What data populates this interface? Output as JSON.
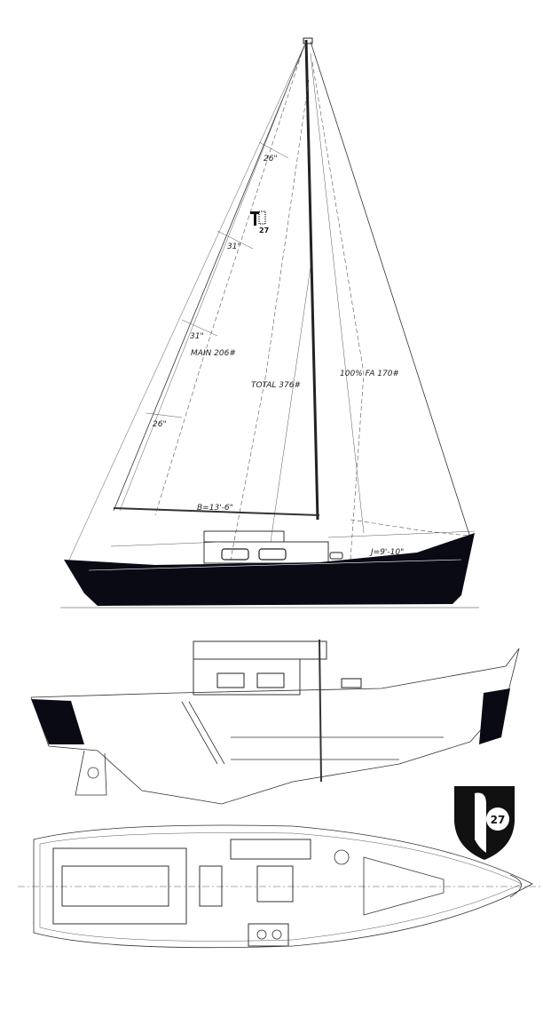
{
  "sail_plan": {
    "batten_1": "26\"",
    "batten_2": "31\"",
    "batten_3": "31\"",
    "batten_4": "26\"",
    "main_area": "MAIN 206#",
    "total_area": "TOTAL 376#",
    "fore_triangle": "100% FA 170#",
    "boom_length": "B=13'-6\"",
    "j_measure": "J=9'-10\"",
    "sail_logo": "T 27"
  },
  "emblem": {
    "number": "27"
  },
  "colors": {
    "ink": "#111111",
    "hull": "#0a0a14",
    "paper": "#ffffff"
  }
}
